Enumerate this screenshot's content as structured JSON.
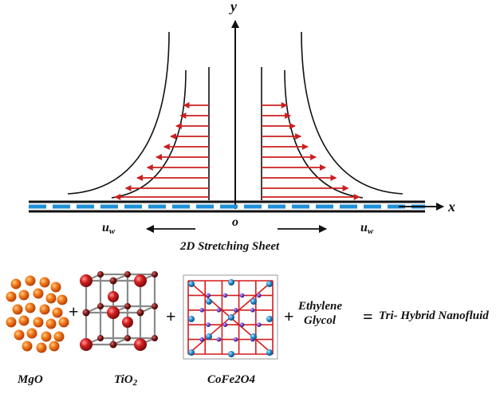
{
  "axes": {
    "x_label": "x",
    "y_label": "y",
    "origin_label": "o"
  },
  "wall_velocity": {
    "left_label": "u",
    "right_label": "u",
    "subscript": "w"
  },
  "caption": "2D Stretching Sheet",
  "particles": [
    {
      "name": "MgO",
      "formula_main": "MgO",
      "formula_sub": ""
    },
    {
      "name": "TiO2",
      "formula_main": "TiO",
      "formula_sub": "2"
    },
    {
      "name": "CoFe2O4",
      "formula_main": "CoFe2O4",
      "formula_sub": ""
    }
  ],
  "base_fluid": {
    "line1": "Ethylene",
    "line2": "Glycol"
  },
  "operators": {
    "plus": "+",
    "equals": "="
  },
  "result": "Tri- Hybrid Nanofluid",
  "colors": {
    "arrow_red": "#cc1f1f",
    "sheet_blue": "#1f8fd6",
    "mgo_orange": "#f06a10",
    "tio2_red": "#d42020",
    "cofe_blue": "#2a8fd0",
    "cofe_purple": "#6040c8"
  }
}
